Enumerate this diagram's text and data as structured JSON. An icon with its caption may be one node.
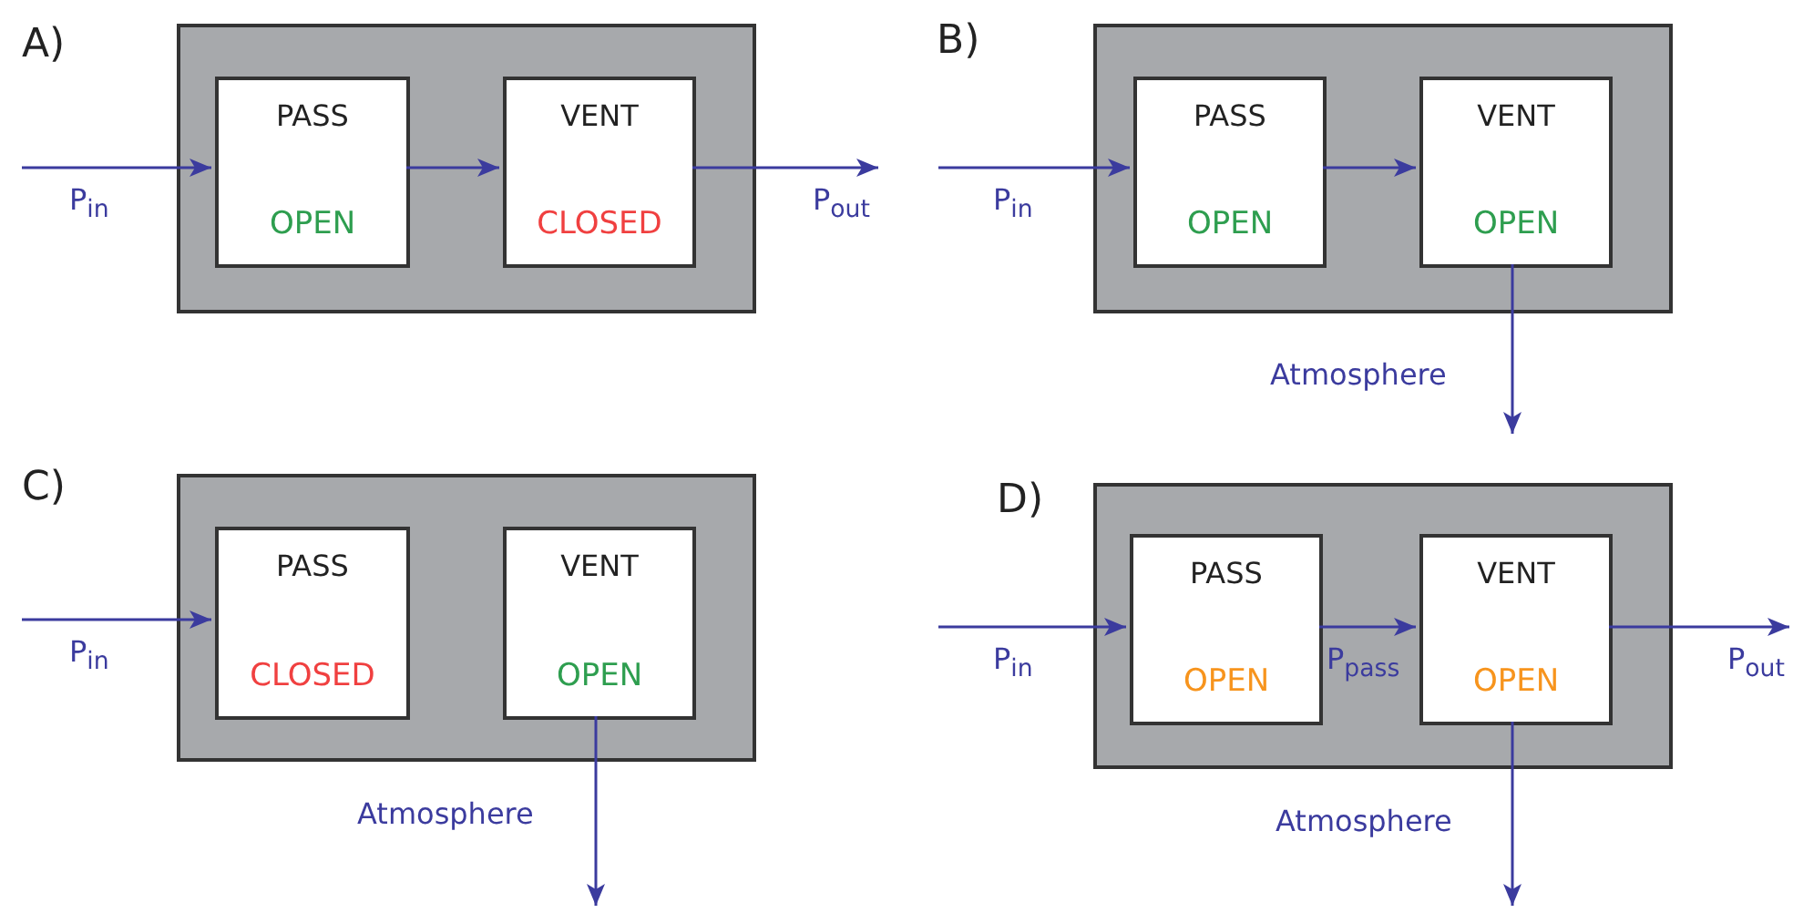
{
  "diagram": {
    "nodes": [
      {
        "text": [],
        "shape": "box",
        "beside": [
          "A)"
        ]
      },
      {
        "text": [
          "PASS",
          "OPEN"
        ],
        "in": 0
      },
      {
        "text": [
          "VENT",
          "CLOSED"
        ],
        "in": 0
      },
      {
        "text": [],
        "shape": "box",
        "beside": [
          "B)"
        ]
      },
      {
        "text": [
          "PASS",
          "OPEN"
        ],
        "in": 3
      },
      {
        "text": [
          "VENT",
          "OPEN"
        ],
        "in": 3
      },
      {
        "text": [],
        "shape": "box",
        "beside": [
          "C)"
        ]
      },
      {
        "text": [
          "PASS",
          "CLOSED"
        ],
        "in": 6
      },
      {
        "text": [
          "VENT",
          "OPEN"
        ],
        "in": 6
      },
      {
        "text": [],
        "shape": "box",
        "beside": [
          "D)"
        ]
      },
      {
        "text": [
          "PASS",
          "OPEN"
        ],
        "in": 9
      },
      {
        "text": [
          "VENT",
          "OPEN"
        ],
        "in": 9
      }
    ],
    "edges": [
      {
        "from": null,
        "to": 1,
        "arrow": "to",
        "label": "P$_{in}$"
      },
      {
        "from": 1,
        "to": 2,
        "arrow": "to"
      },
      {
        "from": 2,
        "to": null,
        "arrow": "to",
        "label": "P$_{out}$"
      },
      {
        "from": null,
        "to": 4,
        "arrow": "to",
        "label": "P$_{in}$"
      },
      {
        "from": 4,
        "to": 5,
        "arrow": "to"
      },
      {
        "from": 5,
        "to": null,
        "arrow": "to",
        "label": "Atmosphere"
      },
      {
        "from": null,
        "to": 7,
        "arrow": "to",
        "label": "P$_{in}$"
      },
      {
        "from": 8,
        "to": null,
        "arrow": "to",
        "label": "Atmosphere"
      },
      {
        "from": null,
        "to": 10,
        "arrow": "to",
        "label": "P$_{in}$"
      },
      {
        "from": 10,
        "to": 11,
        "arrow": "to",
        "label": "P$_{pass}$"
      },
      {
        "from": 11,
        "to": null,
        "arrow": "to",
        "label": "P$_{out}$"
      },
      {
        "from": 11,
        "to": null,
        "arrow": "to",
        "label": "Atmosphere"
      }
    ]
  }
}
